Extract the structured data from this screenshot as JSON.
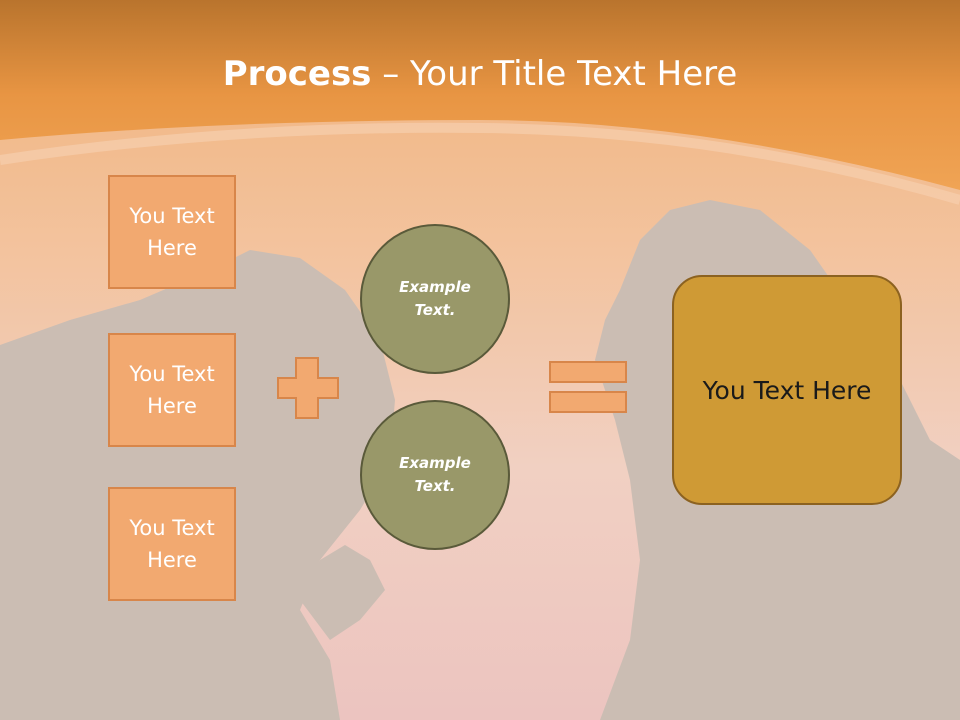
{
  "title": {
    "bold": "Process",
    "rest": " – Your Title Text Here"
  },
  "boxes": [
    {
      "label": "You Text Here"
    },
    {
      "label": "You Text Here"
    },
    {
      "label": "You Text Here"
    }
  ],
  "circles": [
    {
      "label": "Example Text."
    },
    {
      "label": "Example Text."
    }
  ],
  "result": {
    "label": "You Text Here"
  },
  "colors": {
    "header": "#e89543",
    "box_fill": "#f2a970",
    "circle_fill": "#999869",
    "result_fill": "#cf9a35"
  }
}
